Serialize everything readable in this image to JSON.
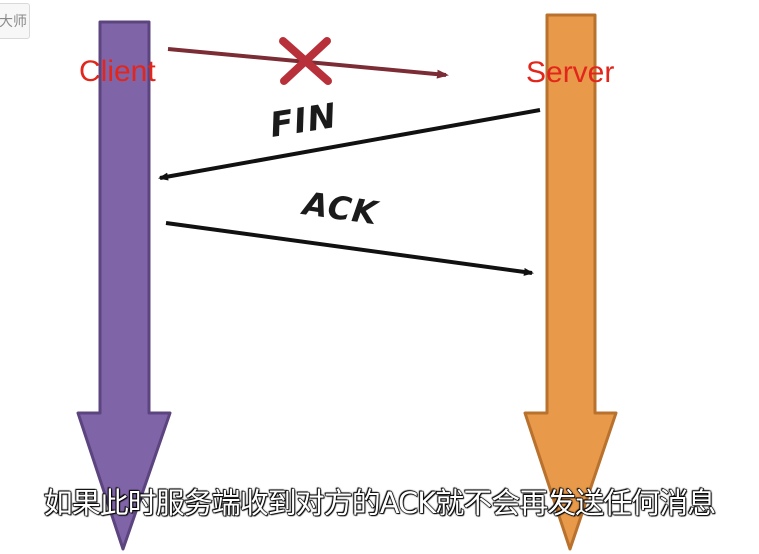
{
  "corner_badge": "大师",
  "watermark": "",
  "participants": {
    "client": {
      "label": "Client",
      "color": "#8064a8",
      "label_color": "#e3261b"
    },
    "server": {
      "label": "Server",
      "color": "#e8994a",
      "label_color": "#e3261b"
    }
  },
  "messages": {
    "lost": {
      "from": "client",
      "to": "server",
      "status": "lost",
      "color": "#7b2c34",
      "cross_color": "#b8303a"
    },
    "fin": {
      "label": "FIN",
      "from": "server",
      "to": "client",
      "color": "#111111"
    },
    "ack": {
      "label": "ACK",
      "from": "client",
      "to": "server",
      "color": "#111111"
    }
  },
  "subtitle": "如果此时服务端收到对方的ACK就不会再发送任何消息"
}
